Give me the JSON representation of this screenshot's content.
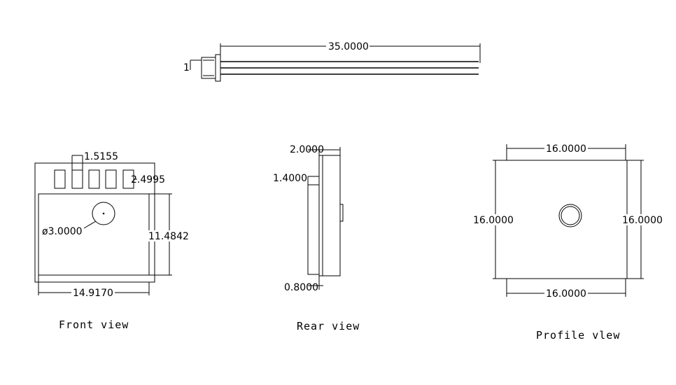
{
  "cable": {
    "length_label": "35.0000",
    "pitch_label": "1"
  },
  "front": {
    "pad_width_label": "1.5155",
    "pad_height_label": "2.4995",
    "hole_diameter_label": "ø3.0000",
    "height_label": "11.4842",
    "width_label": "14.9170",
    "caption": "Front view"
  },
  "rear": {
    "thickness_label": "2.0000",
    "connector_label": "1.4000",
    "bottom_label": "0.8000",
    "caption": "Rear view"
  },
  "profile": {
    "top_label": "16.0000",
    "left_label": "16.0000",
    "right_label": "16.0000",
    "bottom_label": "16.0000",
    "caption": "Profile vlew"
  }
}
